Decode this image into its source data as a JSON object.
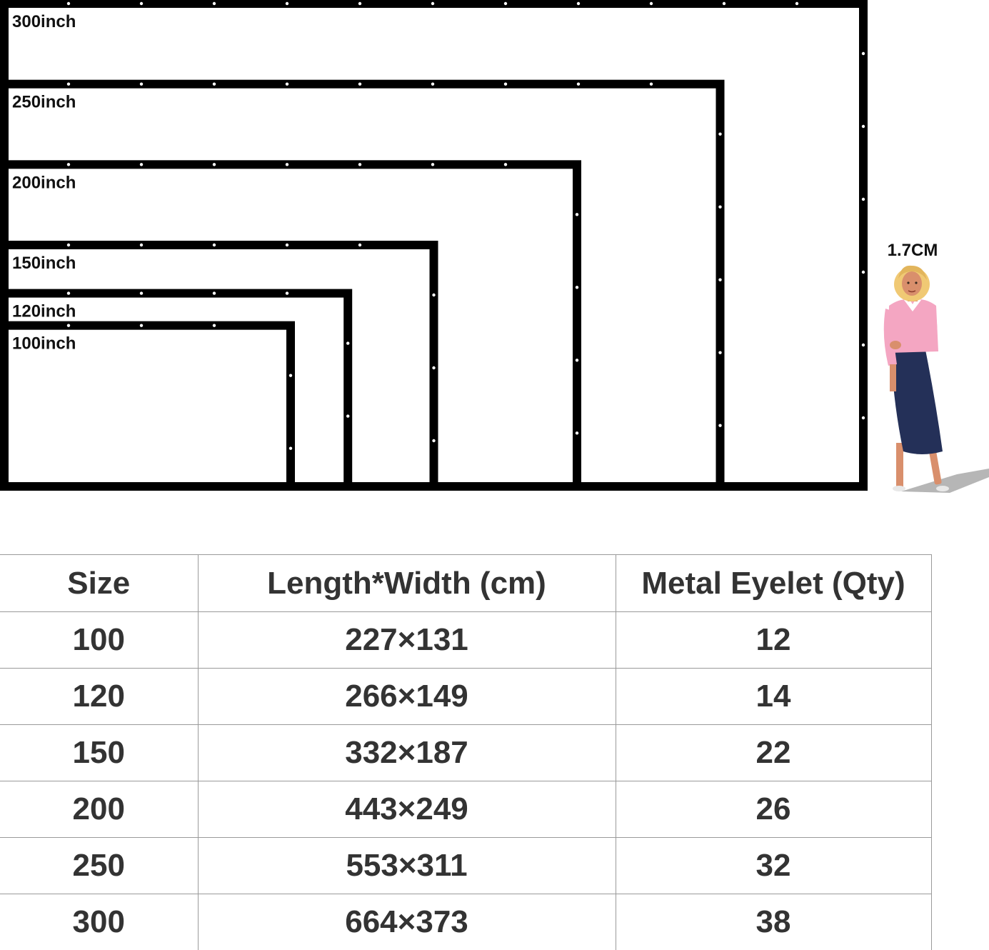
{
  "screens": [
    {
      "label": "300inch",
      "size": 300
    },
    {
      "label": "250inch",
      "size": 250
    },
    {
      "label": "200inch",
      "size": 200
    },
    {
      "label": "150inch",
      "size": 150
    },
    {
      "label": "120inch",
      "size": 120
    },
    {
      "label": "100inch",
      "size": 100
    }
  ],
  "person": {
    "height_label": "1.7CM"
  },
  "colors": {
    "frame": "#000000",
    "eyelet": "#ffffff",
    "shirt": "#f4a6c2",
    "skirt": "#243058",
    "hair": "#f0c974",
    "skin": "#d98f6c"
  },
  "table": {
    "headers": [
      "Size",
      "Length*Width (cm)",
      "Metal Eyelet (Qty)"
    ],
    "rows": [
      {
        "size": "100",
        "dims": "227×131",
        "eyelets": "12"
      },
      {
        "size": "120",
        "dims": "266×149",
        "eyelets": "14"
      },
      {
        "size": "150",
        "dims": "332×187",
        "eyelets": "22"
      },
      {
        "size": "200",
        "dims": "443×249",
        "eyelets": "26"
      },
      {
        "size": "250",
        "dims": "553×311",
        "eyelets": "32"
      },
      {
        "size": "300",
        "dims": "664×373",
        "eyelets": "38"
      }
    ]
  }
}
